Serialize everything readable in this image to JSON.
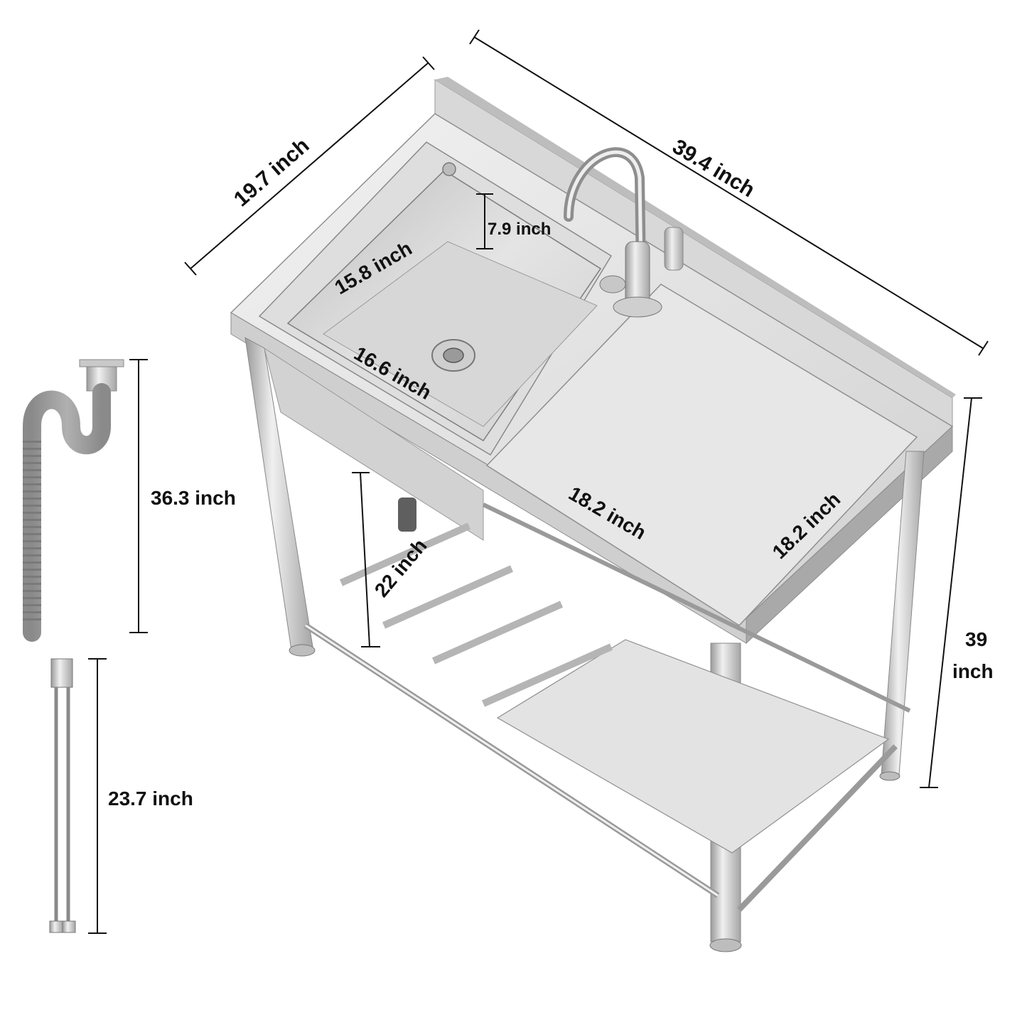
{
  "diagram": {
    "subject": "Freestanding stainless steel utility sink with faucet, drainboard and lower shelf",
    "colors": {
      "background": "#ffffff",
      "steel_light": "#e6e6e6",
      "steel_mid": "#c9c9c9",
      "steel_dark": "#8f8f8f",
      "hose_gray": "#9a9a9a",
      "label": "#111111"
    },
    "dimensions": {
      "depth": "19.7 inch",
      "width": "39.4 inch",
      "basin_width": "15.8 inch",
      "basin_depth": "7.9 inch",
      "basin_length": "16.6 inch",
      "drainboard_length": "18.2 inch",
      "drainboard_width": "18.2 inch",
      "shelf_clearance": "22 inch",
      "height_value": "39",
      "height_unit": "inch",
      "drain_hose_length": "36.3 inch",
      "supply_hose_length": "23.7 inch"
    },
    "accessories": [
      {
        "name": "drain hose",
        "label": "36.3 inch"
      },
      {
        "name": "faucet supply hoses",
        "label": "23.7 inch"
      }
    ]
  }
}
